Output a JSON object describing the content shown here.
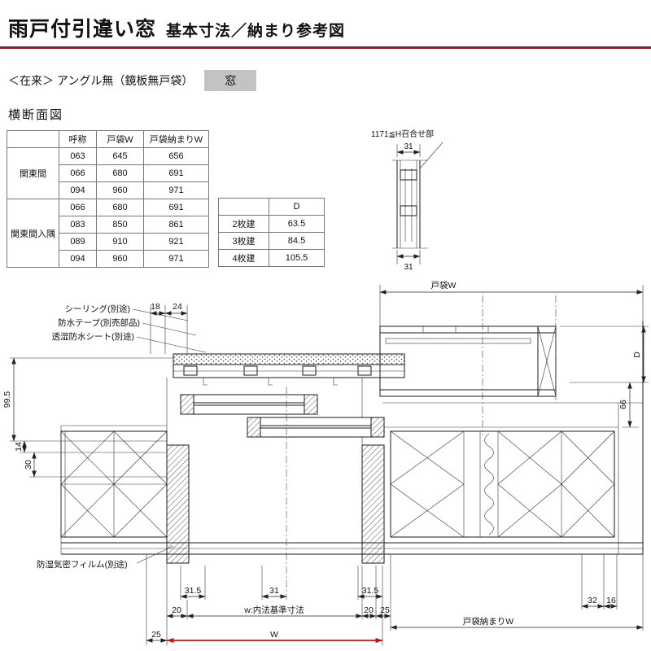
{
  "colors": {
    "rule_red": "#a81414",
    "accent_red": "#cc1111",
    "badge_bg": "#c3c3c3"
  },
  "header": {
    "title_main": "雨戸付引違い窓",
    "title_sub": "基本寸法／納まり参考図",
    "variant": "＜在来＞ アングル無（鏡板無戸袋）",
    "badge": "窓",
    "section": "横断面図"
  },
  "table1": {
    "headers": [
      "呼称",
      "戸袋W",
      "戸袋納まりW"
    ],
    "groups": [
      {
        "label": "関東間",
        "rows": [
          [
            "063",
            "645",
            "656"
          ],
          [
            "066",
            "680",
            "691"
          ],
          [
            "094",
            "960",
            "971"
          ]
        ]
      },
      {
        "label": "関東間入隅",
        "rows": [
          [
            "066",
            "680",
            "691"
          ],
          [
            "083",
            "850",
            "861"
          ],
          [
            "089",
            "910",
            "921"
          ],
          [
            "094",
            "960",
            "971"
          ]
        ]
      }
    ]
  },
  "table2": {
    "col_header": "D",
    "rows": [
      [
        "2枚建",
        "63.5"
      ],
      [
        "3枚建",
        "84.5"
      ],
      [
        "4枚建",
        "105.5"
      ]
    ]
  },
  "detail": {
    "title": "1171≦H召合せ部",
    "dim_top": "31",
    "dim_bottom": "31"
  },
  "drawing": {
    "labels": {
      "sealing": "シーリング(別途)",
      "waterproof_tape": "防水テープ(別売部品)",
      "breathable_sheet": "透湿防水シート(別途)",
      "moisture_film": "防湿気密フィルム(別途)",
      "tobukuro_w": "戸袋W",
      "tobukuro_osamari_w": "戸袋納まりW",
      "w_naiho": "w:内法基準寸法"
    },
    "dims": {
      "d18": "18",
      "d24": "24",
      "d99_5": "99.5",
      "d14": "14",
      "d30": "30",
      "dD": "D",
      "d66": "66",
      "d31_5_left": "31.5",
      "d31_center": "31",
      "d31_5_right": "31.5",
      "d20_left": "20",
      "d20_right": "20",
      "d25_right": "25",
      "d25_bottom": "25",
      "d32": "32",
      "d16": "16",
      "dW": "W"
    }
  }
}
